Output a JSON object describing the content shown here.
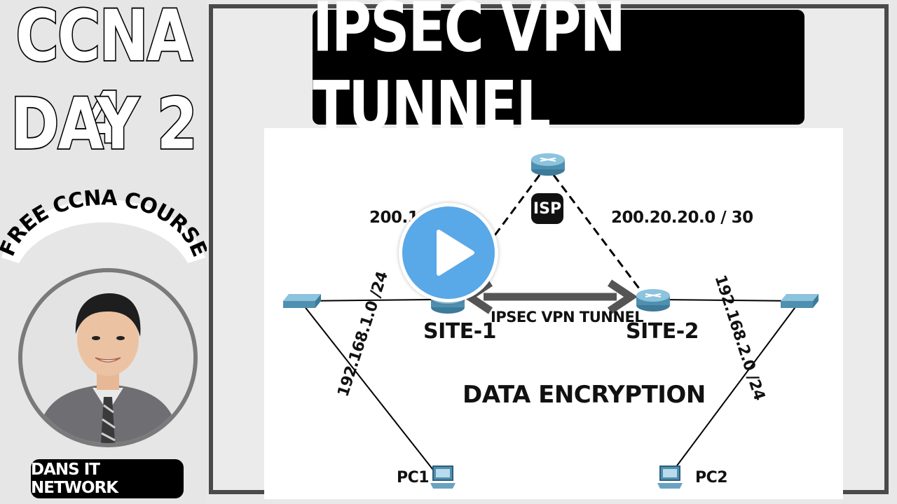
{
  "sidebar": {
    "course_line1": "CCNA 4",
    "course_line2": "DAY 2",
    "badge_text": "FREE CCNA COURSE",
    "channel_name": "DANS IT NETWORK"
  },
  "main": {
    "title": "IPSEC VPN TUNNEL"
  },
  "diagram": {
    "isp_label": "ISP",
    "site1_link_label": "200.10",
    "site2_link_label": "200.20.20.0 / 30",
    "site1_lan": "192.168.1.0 /24",
    "site2_lan": "192.168.2.0 /24",
    "site1_label": "SITE-1",
    "site2_label": "SITE-2",
    "tunnel_label": "IPSEC VPN TUNNEL",
    "encryption_label": "DATA ENCRYPTION",
    "pc1_label": "PC1",
    "pc2_label": "PC2"
  },
  "colors": {
    "play_button": "#59a8e8",
    "device_blue": "#5a9bbd"
  }
}
